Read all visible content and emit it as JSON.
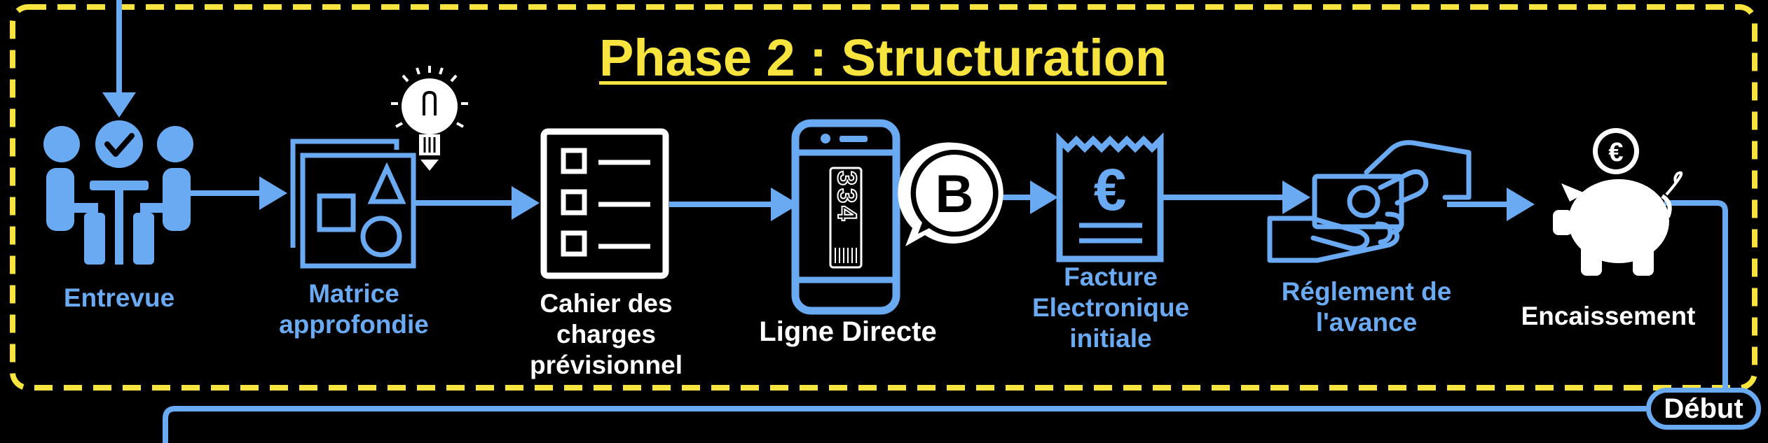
{
  "title": "Phase 2 : Structuration",
  "steps": [
    {
      "label_lines": [
        "Entrevue"
      ],
      "color": "#6aaaf2",
      "icon": "meeting-icon"
    },
    {
      "label_lines": [
        "Matrice",
        "approfondie"
      ],
      "color": "#6aaaf2",
      "icon": "shapes-matrix-icon"
    },
    {
      "label_lines": [
        "Cahier des",
        "charges",
        "prévisionnel"
      ],
      "color": "#ffffff",
      "icon": "checklist-icon"
    },
    {
      "label_lines": [
        "Ligne Directe"
      ],
      "color": "#ffffff",
      "icon": "phone-icon"
    },
    {
      "label_lines": [
        "Facture",
        "Electronique",
        "initiale"
      ],
      "color": "#6aaaf2",
      "icon": "euro-invoice-icon"
    },
    {
      "label_lines": [
        "Réglement de",
        "l'avance"
      ],
      "color": "#6aaaf2",
      "icon": "payment-hand-icon"
    },
    {
      "label_lines": [
        "Encaissement"
      ],
      "color": "#ffffff",
      "icon": "piggy-bank-icon"
    }
  ],
  "phone_screen_text": "334",
  "bubble_letter": "B",
  "coin_symbol": "€",
  "invoice_symbol": "€",
  "start_badge": "Début",
  "colors": {
    "accent": "#6aaaf2",
    "frame": "#f7e43e",
    "background": "#000000",
    "text": "#ffffff"
  }
}
